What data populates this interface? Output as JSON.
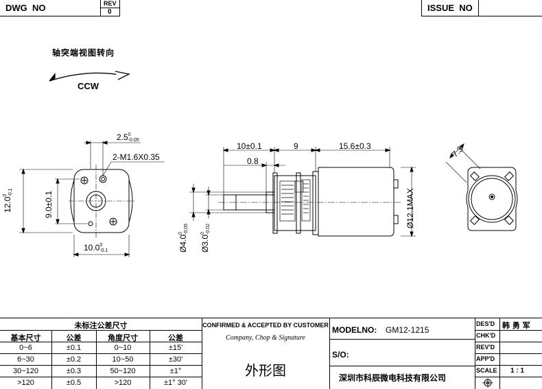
{
  "header": {
    "dwg_no_label": "DWG  NO",
    "rev_label": "REV",
    "rev_value": "0",
    "issue_no_label": "ISSUE  NO"
  },
  "rotation": {
    "caption": "轴突端视图转向",
    "direction": "CCW"
  },
  "dimensions": {
    "front_width_top": "2.5",
    "front_width_top_tol_upper": "0",
    "front_width_top_tol_lower": "-0.05",
    "thread": "2-M1.6X0.35",
    "height_12": "12.0",
    "height_12_tol_upper": "0",
    "height_12_tol_lower": "-0.1",
    "height_9": "9.0±0.1",
    "width_10": "10.0",
    "width_10_tol_upper": "0",
    "width_10_tol_lower": "-0.1",
    "shaft_len": "10±0.1",
    "gear_len": "9",
    "motor_len": "15.6±0.3",
    "flat": "0.8",
    "boss_dia": "Ø4.0",
    "boss_dia_tol_upper": "0",
    "boss_dia_tol_lower": "-0.05",
    "shaft_dia": "Ø3.0",
    "shaft_dia_tol_upper": "0",
    "shaft_dia_tol_lower": "-0.02",
    "motor_dia": "Ø12.1MAX",
    "rear_angle": "7.3"
  },
  "tolerance_table": {
    "title": "未标注公差尺寸",
    "headers": [
      "基本尺寸",
      "公差",
      "角度尺寸",
      "公差"
    ],
    "rows": [
      [
        "0~6",
        "±0.1",
        "0~10",
        "±15'"
      ],
      [
        "6~30",
        "±0.2",
        "10~50",
        "±30'"
      ],
      [
        "30~120",
        "±0.3",
        "50~120",
        "±1°"
      ],
      [
        ">120",
        "±0.5",
        ">120",
        "±1° 30'"
      ]
    ]
  },
  "approval": {
    "title": "CONFIRMED & ACCEPTED BY CUSTOMER",
    "subtitle": "Company, Chop & Signature",
    "drawing_name": "外形图"
  },
  "model": {
    "label": "MODELNO:",
    "value": "GM12-1215",
    "so_label": "S/O:",
    "company": "深圳市科辰微电科技有限公司"
  },
  "signoff": {
    "des_label": "DES'D",
    "des_value": "韩 勇 军",
    "chk_label": "CHK'D",
    "rev_label": "REV'D",
    "app_label": "APP'D",
    "scale_label": "SCALE",
    "scale_value": "1 : 1"
  }
}
